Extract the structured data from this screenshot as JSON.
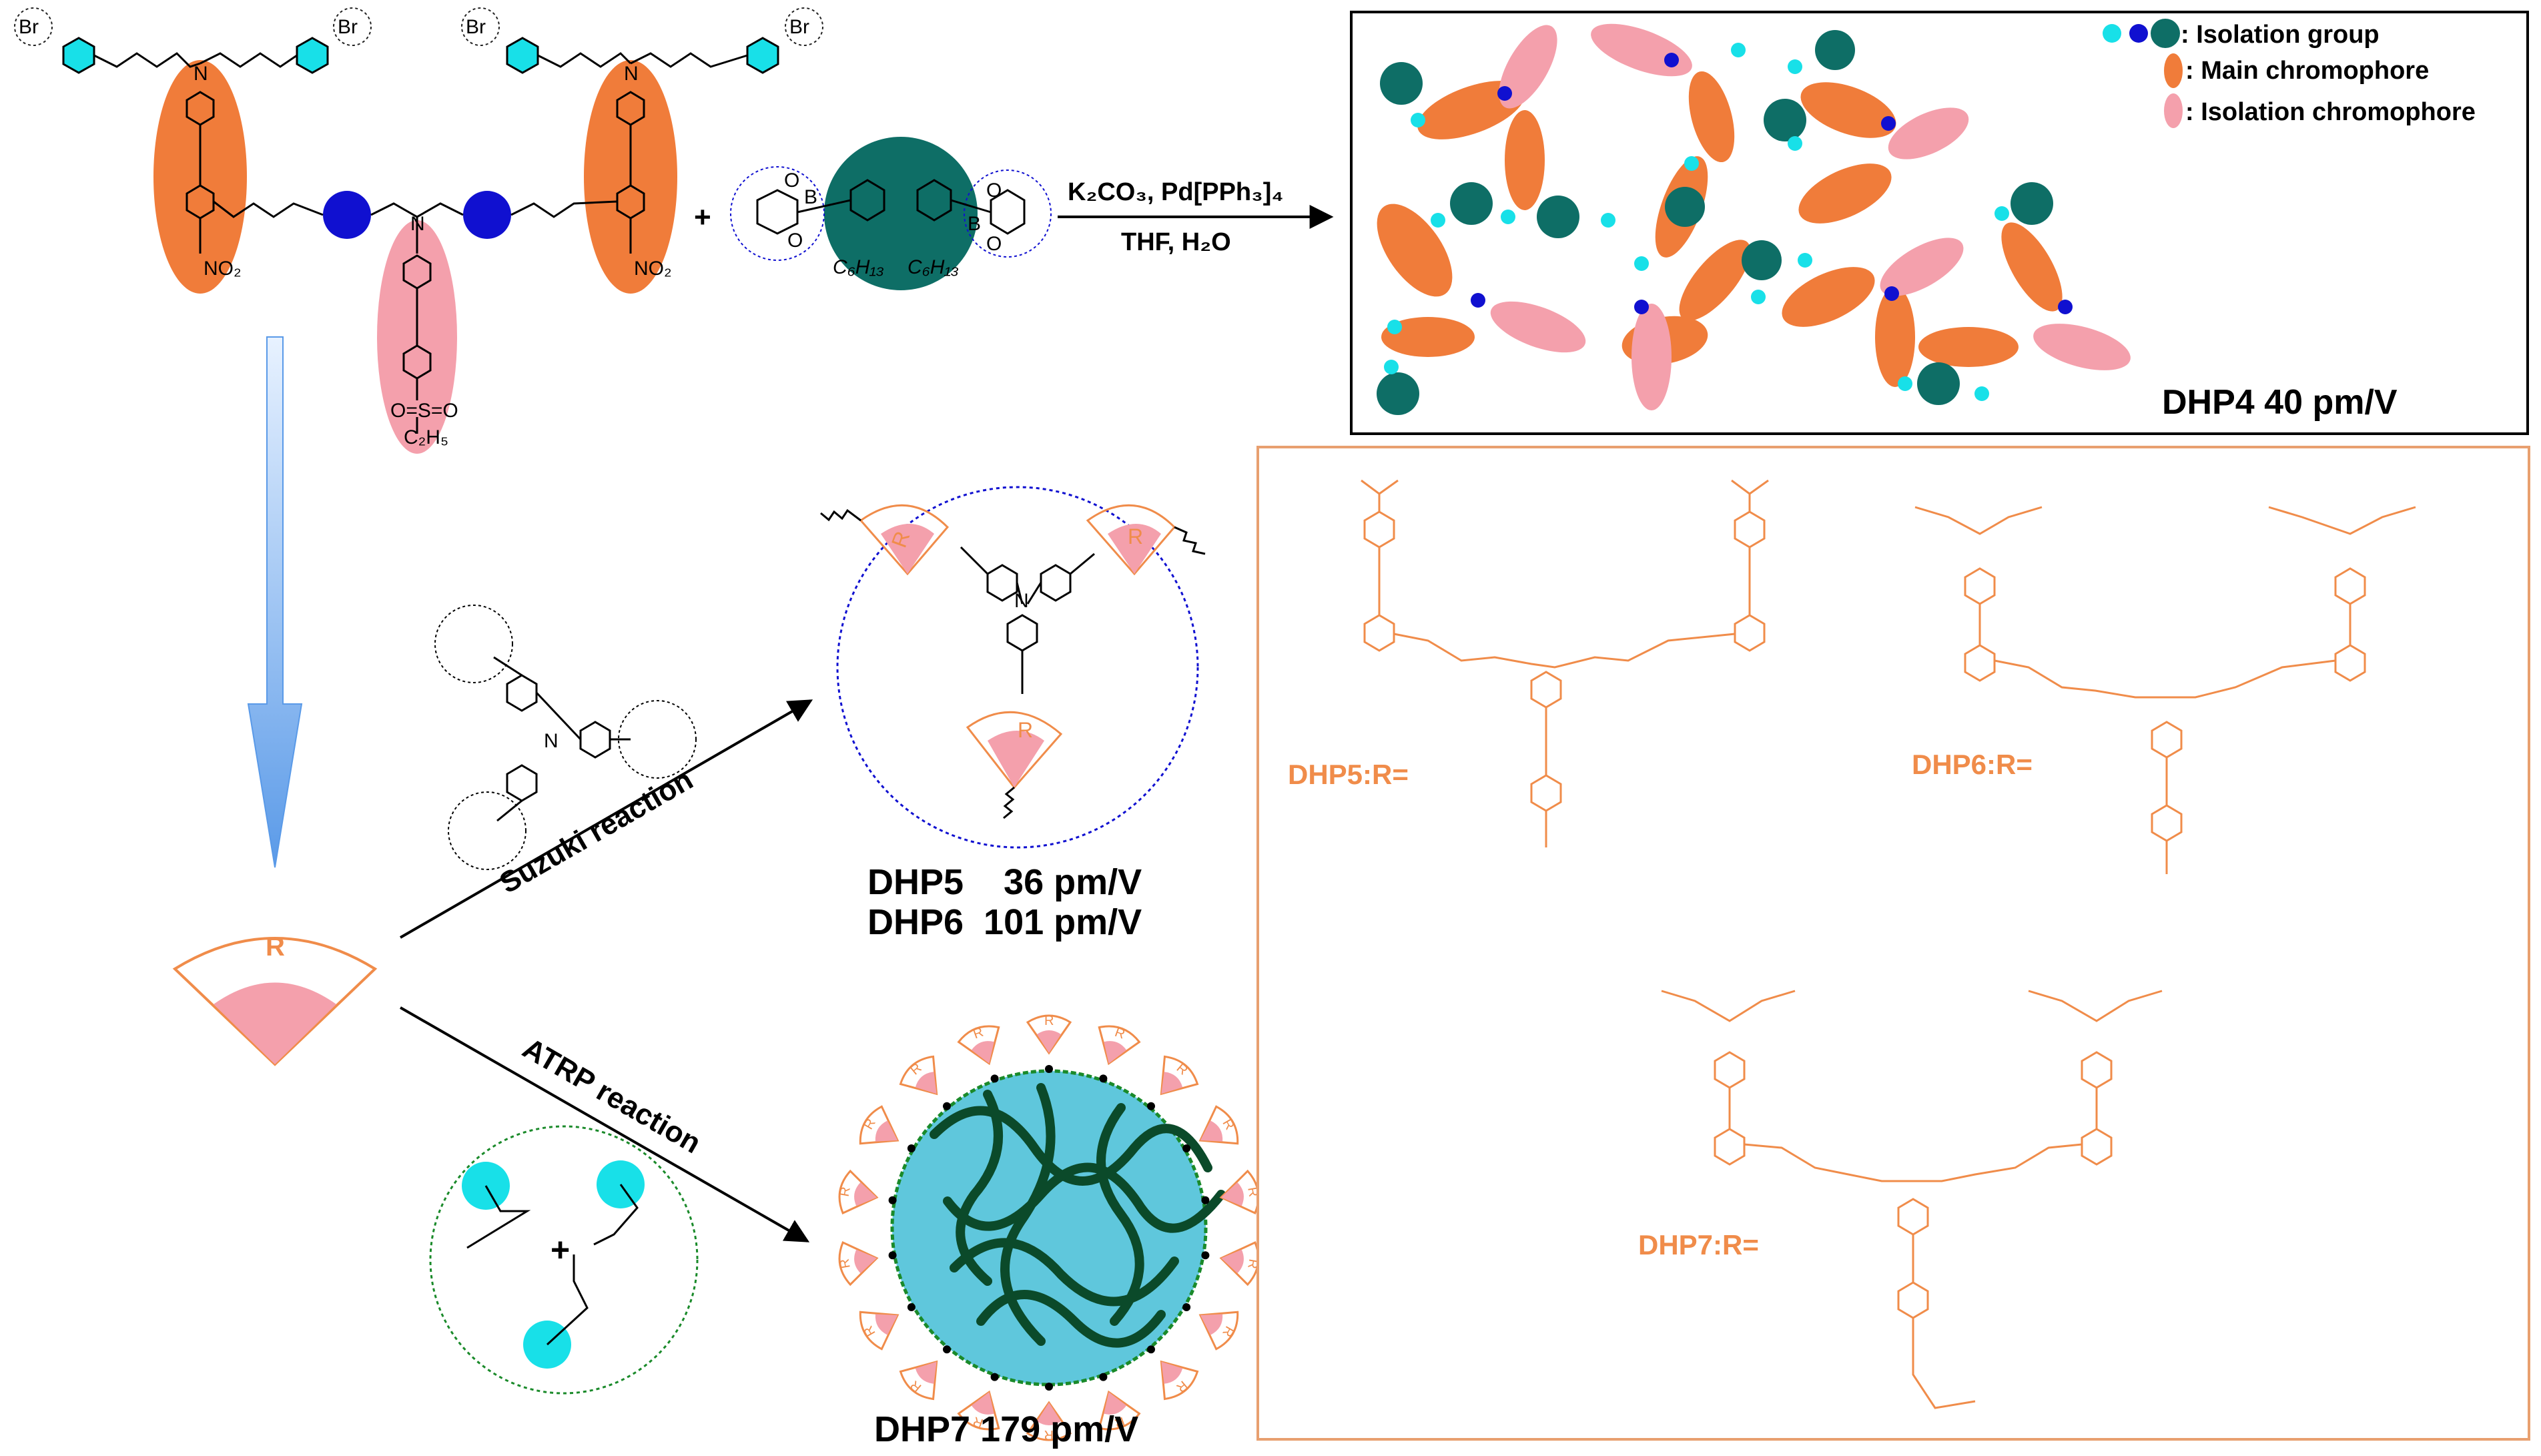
{
  "reaction_top": {
    "reagents": "K₂CO₃, Pd[PPh₃]₄",
    "solvent": "THF, H₂O",
    "plus": "+"
  },
  "monomer_labels": {
    "br": "Br",
    "no2": "NO₂",
    "so2": "O=S=O",
    "ethyl": "C₂H₅",
    "hexyl": "C₆H₁₃",
    "boron": "B",
    "oxygen": "O",
    "nitrogen": "N"
  },
  "legend": {
    "isolation_group": ": Isolation group",
    "main_chromophore": ": Main chromophore",
    "isolation_chromophore": ": Isolation chromophore"
  },
  "results": {
    "dhp4": "DHP4  40 pm/V",
    "dhp5": "DHP5    36 pm/V",
    "dhp6": "DHP6  101 pm/V",
    "dhp7": "DHP7  179 pm/V"
  },
  "reactions": {
    "suzuki": "Suzuki reaction",
    "atrp": "ATRP reaction",
    "plus": "+"
  },
  "r_label": "R",
  "structures": {
    "dhp5": "DHP5:R=",
    "dhp6": "DHP6:R=",
    "dhp7": "DHP7:R="
  },
  "colors": {
    "orange": "#f07c3a",
    "pink": "#f4a0ac",
    "blue": "#1010d0",
    "teal": "#0e6e66",
    "cyan": "#18e0e8",
    "struct_orange": "#f08c4a",
    "border_orange": "#e8a070",
    "core_blue": "#5fc7dc",
    "fill_arrow": "#8cbaf0"
  }
}
